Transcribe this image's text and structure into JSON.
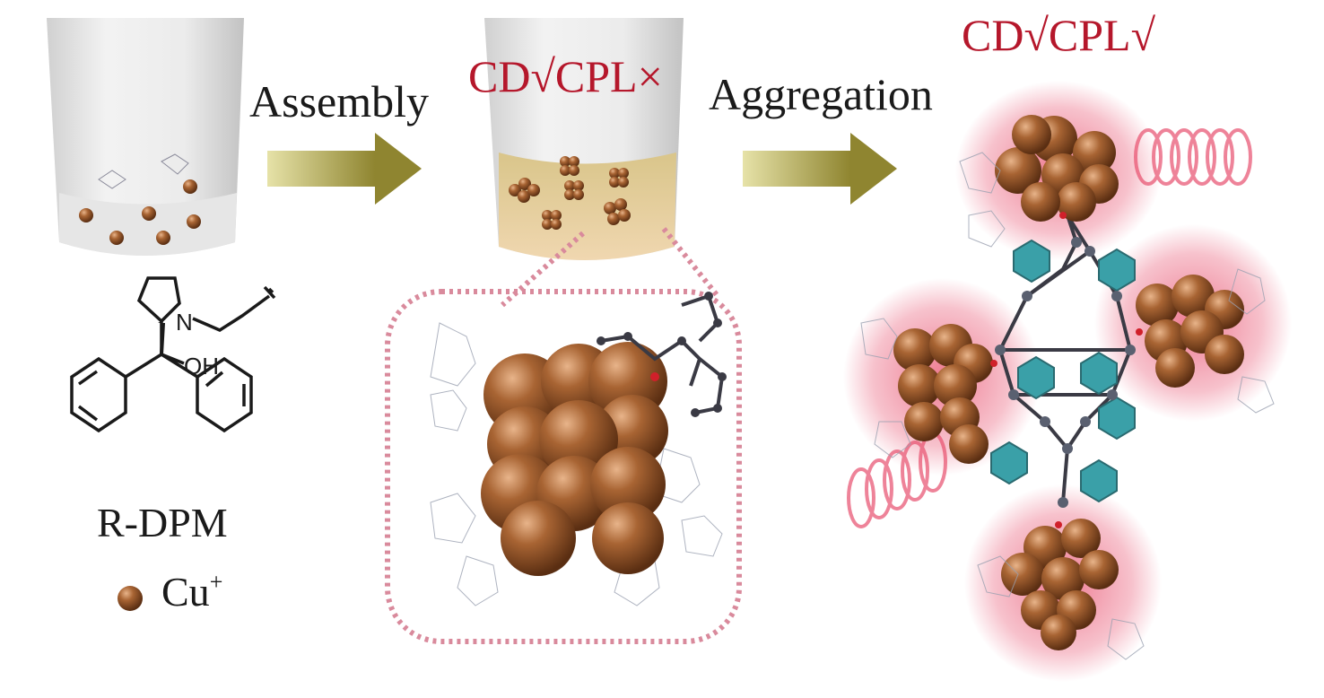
{
  "labels": {
    "assembly": "Assembly",
    "cd_cpl_x": "CD√CPL×",
    "aggregation": "Aggregation",
    "cd_cpl_ok": "CD√CPL√",
    "ligand_name": "R-DPM",
    "ion_symbol": "Cu",
    "ion_charge": "+",
    "oh": "OH",
    "n": "N"
  },
  "colors": {
    "highlight_red": "#b5172b",
    "copper": "#9a5a2c",
    "arrow_olive": "#a8a046",
    "glow_pink": "#e8506e",
    "aromatic_teal": "#3aa0a8"
  }
}
